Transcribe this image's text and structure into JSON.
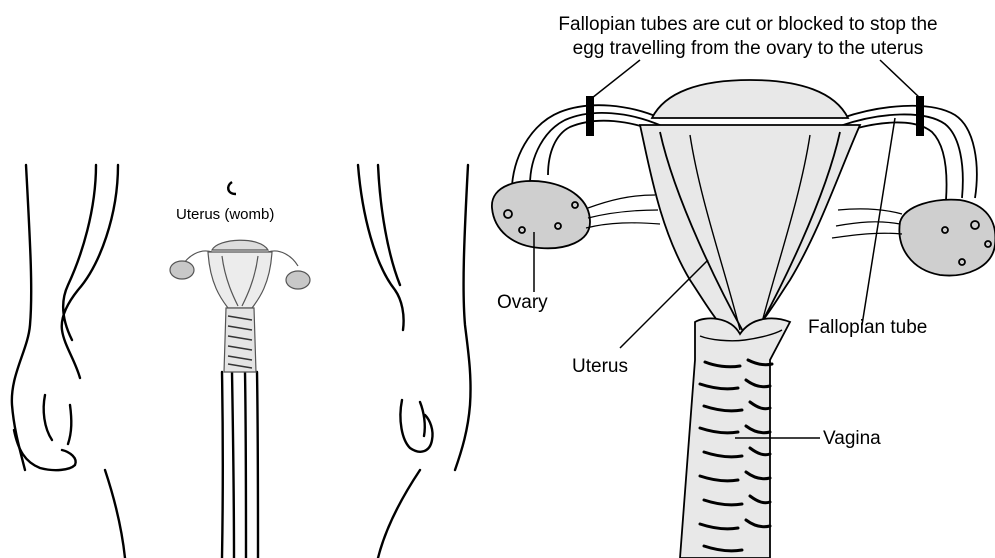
{
  "body_view": {
    "uterus_label": "Uterus (womb)"
  },
  "diagram": {
    "caption_line1": "Fallopian tubes are cut or blocked to stop the",
    "caption_line2": "egg travelling from the ovary to the uterus",
    "labels": {
      "ovary": "Ovary",
      "uterus": "Uterus",
      "fallopian_tube": "Fallopian tube",
      "vagina": "Vagina"
    }
  },
  "colors": {
    "outline": "#000000",
    "tissue_fill": "#e8e8e8",
    "ovary_fill": "#cfcfcf",
    "background": "#ffffff"
  }
}
